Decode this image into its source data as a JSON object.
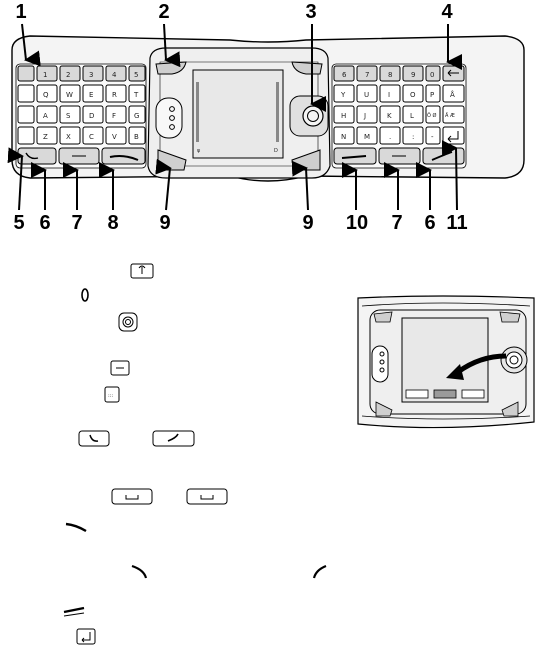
{
  "callouts": {
    "top": [
      "1",
      "2",
      "3",
      "4"
    ],
    "bottom": [
      "5",
      "6",
      "7",
      "8",
      "9",
      "9",
      "10",
      "7",
      "6",
      "11"
    ]
  },
  "left_keys": {
    "row1": [
      "1",
      "2",
      "3",
      "4",
      "5"
    ],
    "row2": [
      "Q",
      "W",
      "E",
      "R",
      "T"
    ],
    "row3": [
      "A",
      "S",
      "D",
      "F",
      "G"
    ],
    "row4": [
      "Z",
      "X",
      "C",
      "V",
      "B"
    ]
  },
  "right_keys": {
    "row1": [
      "6",
      "7",
      "8",
      "9",
      "0"
    ],
    "row2": [
      "Y",
      "U",
      "I",
      "O",
      "P",
      "Å"
    ],
    "row3": [
      "H",
      "J",
      "K",
      "L",
      "Ö Ø",
      "Ä Æ"
    ],
    "row4": [
      "N",
      "M",
      ".",
      ":",
      "-"
    ]
  },
  "icons": [
    "light-key-icon",
    "power-key-icon",
    "joystick-icon",
    "backspace-key-icon",
    "character-key-icon",
    "call-key-icon",
    "end-key-icon",
    "space-key-icon",
    "space-key-icon",
    "left-selection-key-icon",
    "left-display-key-icon",
    "right-display-key-icon",
    "right-selection-key-icon",
    "enter-key-icon"
  ],
  "colors": {
    "ink": "#000000",
    "key_fill": "#d9d9d9",
    "screen": "#e8e8e8",
    "body": "#f4f4f4"
  }
}
